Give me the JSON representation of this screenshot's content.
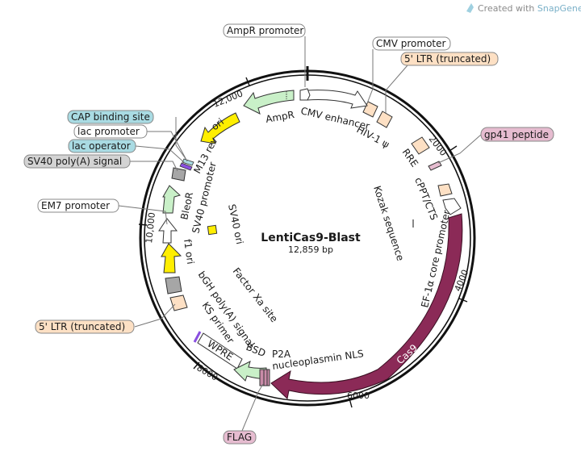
{
  "credit": {
    "prefix": "Created with ",
    "brand": "SnapGene",
    "suffix": "®"
  },
  "plasmid": {
    "name": "LentiCas9-Blast",
    "size": "12,859 bp"
  },
  "ticks": [
    "2000",
    "4000",
    "6000",
    "8000",
    "10,000",
    "12,000"
  ],
  "colors": {
    "cas9": "#8b2a57",
    "promoter": "#ffffff",
    "marker": "#c9f0c8",
    "ori": "#ffee00",
    "ltr": "#fde0c4",
    "polyA": "#a6a6a6",
    "callout_ltr": "#fde0c4",
    "callout_blue": "#a9dbe3",
    "callout_gray": "#d3d3d3",
    "callout_pink": "#e6bcd0"
  },
  "callouts": {
    "ampr_promoter": "AmpR promoter",
    "cmv_promoter": "CMV promoter",
    "ltr5_top": "5' LTR (truncated)",
    "gp41": "gp41 peptide",
    "cap": "CAP binding site",
    "lac_promoter": "lac promoter",
    "lac_operator": "lac operator",
    "sv40_polya": "SV40 poly(A) signal",
    "em7": "EM7 promoter",
    "ltr5_bottom": "5' LTR (truncated)",
    "flag": "FLAG"
  },
  "features": {
    "ampr": "AmpR",
    "ori": "ori",
    "cmv_enhancer": "CMV enhancer",
    "hiv": "HIV-1 ψ",
    "rre": "RRE",
    "cppt": "cPPT/CTS",
    "kozak": "Kozak sequence",
    "ef1a": "EF-1α core promoter",
    "cas9": "Cas9",
    "m13": "M13 rev",
    "sv40_promoter": "SV40 promoter",
    "bleor": "BleoR",
    "sv40_ori": "SV40 ori",
    "f1": "f1 ori",
    "factor_xa": "Factor Xa site",
    "bgh": "bGH poly(A) signal",
    "ks": "KS primer",
    "wpre": "WPRE",
    "bsd": "BSD",
    "p2a": "P2A",
    "nls": "nucleoplasmin NLS"
  }
}
